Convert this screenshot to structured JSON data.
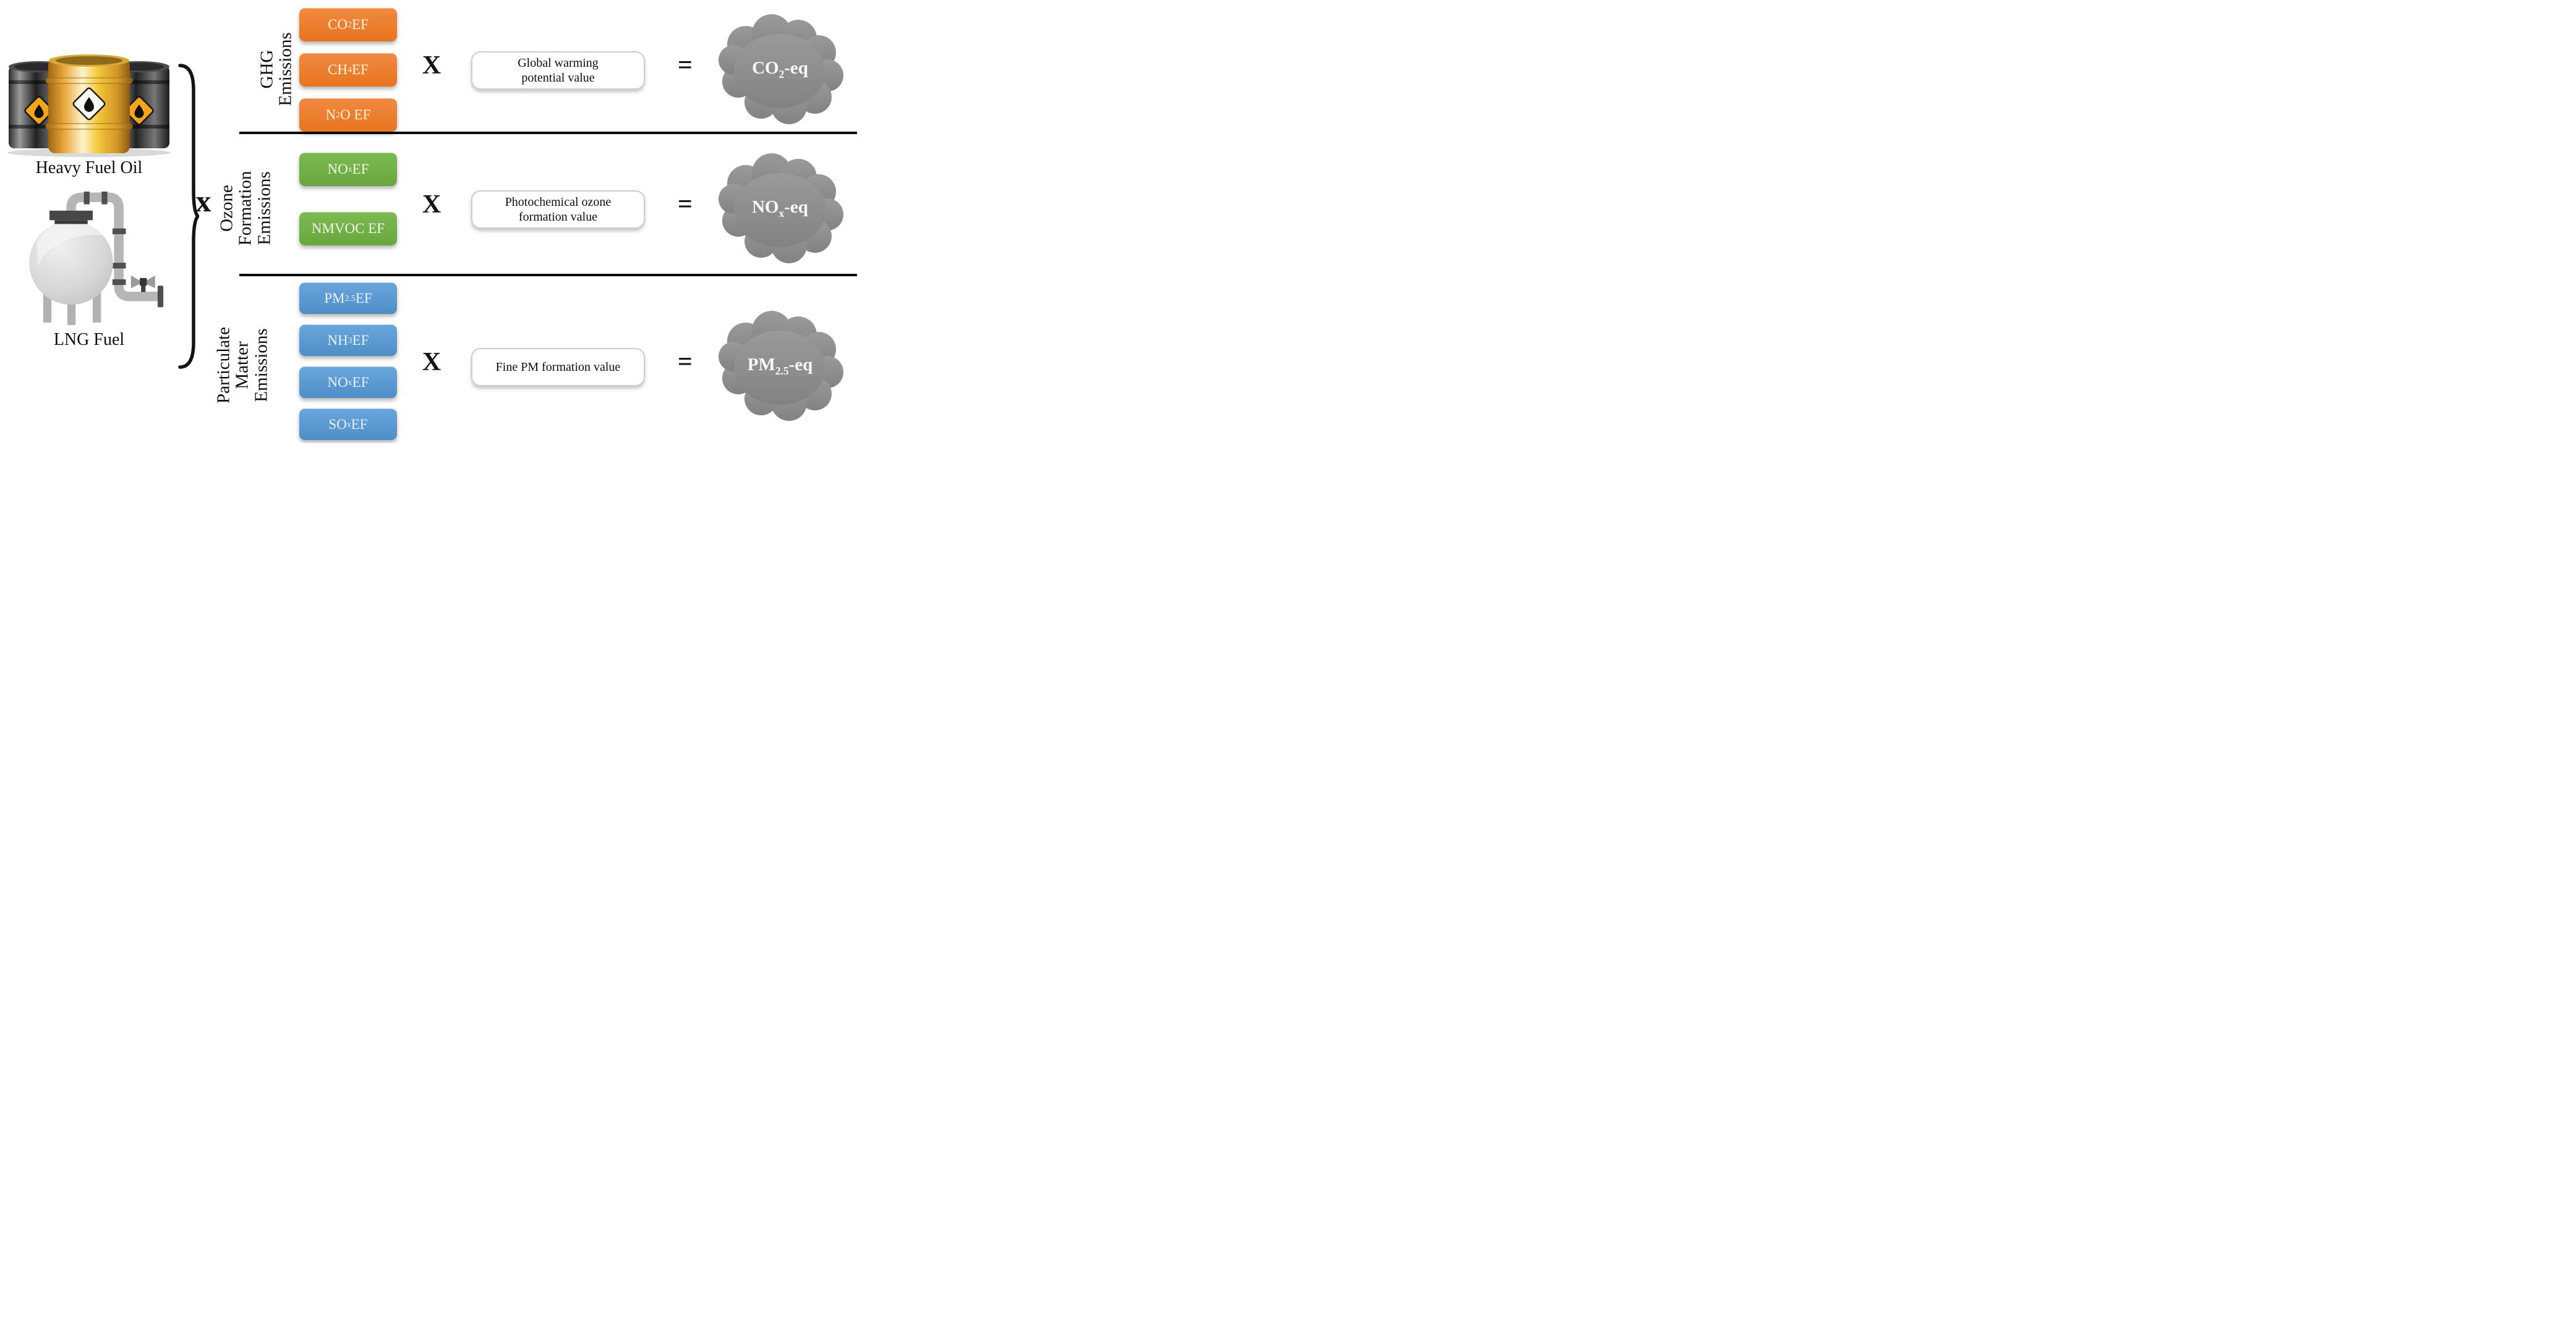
{
  "fuels": {
    "heavy_fuel_oil": {
      "label": "Heavy Fuel Oil",
      "icon": "oil-barrels-icon"
    },
    "lng": {
      "label": "LNG Fuel",
      "icon": "lng-tank-icon"
    }
  },
  "operators": {
    "fuel_multiply": "x"
  },
  "colors": {
    "ghg_accent": "#ED7D31",
    "ozone_accent": "#70AD47",
    "particulate_accent": "#5B9BD5",
    "cloud_gray": "#8D8D8D"
  },
  "rows": [
    {
      "category_lines": [
        "GHG",
        "Emissions"
      ],
      "accent_color": "#ED7D31",
      "factors": [
        [
          {
            "t": "CO"
          },
          {
            "t": "2",
            "s": true
          },
          {
            "t": " EF"
          }
        ],
        [
          {
            "t": "CH"
          },
          {
            "t": "4",
            "s": true
          },
          {
            "t": " EF"
          }
        ],
        [
          {
            "t": "N"
          },
          {
            "t": "2",
            "s": true
          },
          {
            "t": "O EF"
          }
        ]
      ],
      "multiply": "X",
      "value_box_lines": [
        "Global warming",
        "potential value"
      ],
      "equals": "=",
      "cloud_label": [
        {
          "t": "CO"
        },
        {
          "t": "2",
          "s": true
        },
        {
          "t": "-eq"
        }
      ],
      "cloud_icon": "cloud-icon"
    },
    {
      "category_lines": [
        "Ozone",
        "Formation",
        "Emissions"
      ],
      "accent_color": "#70AD47",
      "factors": [
        [
          {
            "t": "NO"
          },
          {
            "t": "x",
            "s": true
          },
          {
            "t": " EF"
          }
        ],
        [
          {
            "t": "NMVOC EF"
          }
        ]
      ],
      "multiply": "X",
      "value_box_lines": [
        "Photochemical ozone",
        "formation value"
      ],
      "equals": "=",
      "cloud_label": [
        {
          "t": "NO"
        },
        {
          "t": "x",
          "s": true
        },
        {
          "t": "-eq"
        }
      ],
      "cloud_icon": "cloud-icon"
    },
    {
      "category_lines": [
        "Particulate",
        "Matter",
        "Emissions"
      ],
      "accent_color": "#5B9BD5",
      "factors": [
        [
          {
            "t": "PM"
          },
          {
            "t": "2.5",
            "s": true
          },
          {
            "t": " EF"
          }
        ],
        [
          {
            "t": "NH"
          },
          {
            "t": "3",
            "s": true
          },
          {
            "t": " EF"
          }
        ],
        [
          {
            "t": "NO"
          },
          {
            "t": "x",
            "s": true
          },
          {
            "t": " EF"
          }
        ],
        [
          {
            "t": "SO"
          },
          {
            "t": "x",
            "s": true
          },
          {
            "t": " EF"
          }
        ]
      ],
      "multiply": "X",
      "value_box_lines": [
        "Fine PM formation value"
      ],
      "equals": "=",
      "cloud_label": [
        {
          "t": "PM"
        },
        {
          "t": "2.5",
          "s": true
        },
        {
          "t": "-eq"
        }
      ],
      "cloud_icon": "cloud-icon"
    }
  ]
}
